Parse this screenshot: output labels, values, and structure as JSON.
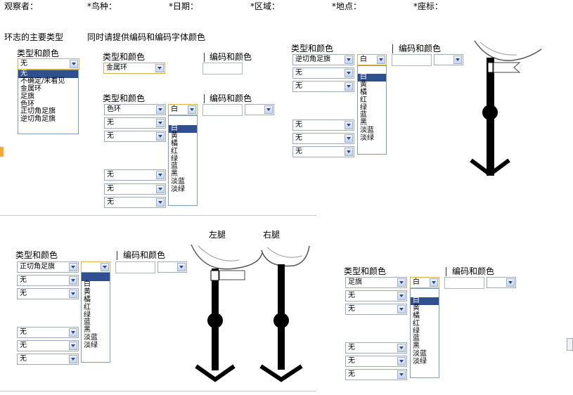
{
  "header": {
    "observer": "观察者：",
    "species": "*鸟种：",
    "date": "*日期：",
    "region": "*区域：",
    "location": "*地点：",
    "coords": "*座标："
  },
  "section": {
    "ring_types_title": "环志的主要类型",
    "note": "同时请提供编码和编码字体颜色"
  },
  "labels": {
    "type_color": "类型和颜色",
    "code_color": "编码和颜色",
    "left_leg": "左腿",
    "right_leg": "右腿"
  },
  "type_options": [
    "无",
    "不确定/未看见",
    "金属环",
    "足旗",
    "色环",
    "正切角足旗",
    "逆切角足旗"
  ],
  "color_options": [
    "白",
    "黄",
    "橘",
    "红",
    "绿",
    "蓝",
    "黑",
    "淡蓝",
    "淡绿"
  ],
  "panel_a": {
    "selected": "无"
  },
  "panel_b": {
    "metal_value": "金属环"
  },
  "panel_c": {
    "type_value": "色环",
    "color_value": "白",
    "rows": [
      "无",
      "无",
      "无",
      "无",
      "无"
    ]
  },
  "panel_d": {
    "type_value": "逆切角足旗",
    "color_value": "白",
    "rows": [
      "无",
      "无",
      "无",
      "无",
      "无"
    ]
  },
  "panel_e": {
    "type_value": "正切角足旗",
    "color_value": "",
    "rows": [
      "无",
      "无",
      "无",
      "无",
      "无"
    ]
  },
  "panel_f": {
    "type_value": "足旗",
    "color_value": "白",
    "rows": [
      "无",
      "无",
      "无",
      "无",
      "无"
    ]
  },
  "colors": {
    "highlight": "#2f4f8f",
    "select_border": "#9aa9bc",
    "active_border": "#d8b040",
    "leg": "#000000"
  }
}
